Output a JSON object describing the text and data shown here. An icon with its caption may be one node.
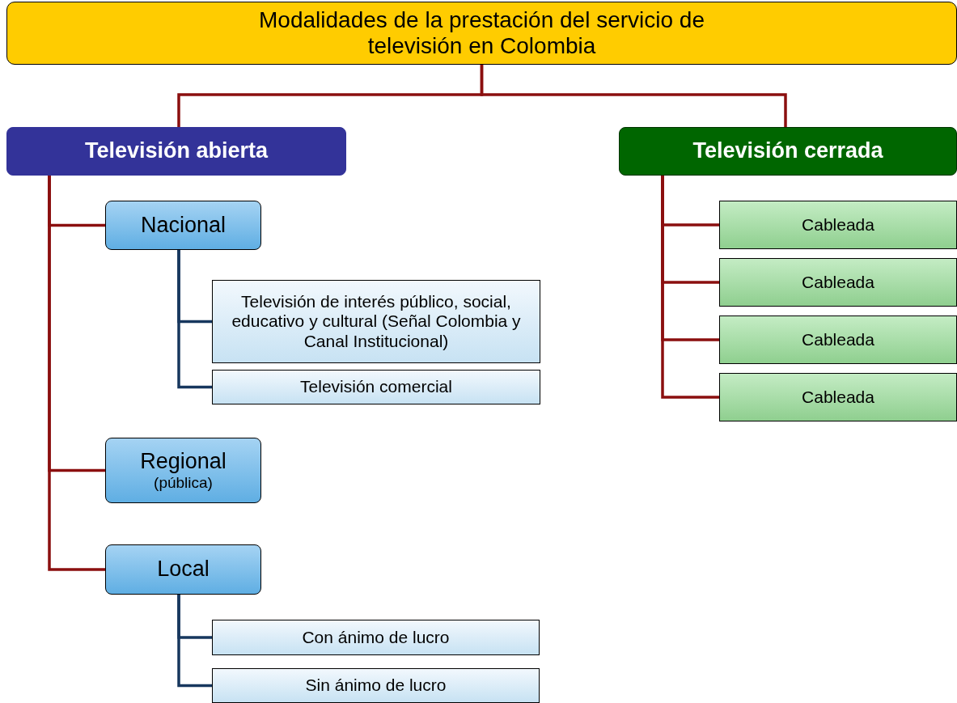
{
  "diagram": {
    "nodes": [
      {
        "text": [
          "Modalidades de la prestación del servicio de televisión en Colombia"
        ]
      },
      {
        "text": [
          "Televisión abierta"
        ]
      },
      {
        "text": [
          "Nacional"
        ]
      },
      {
        "text": [
          "Televisión de interés público, social, educativo y cultural (Señal Colombia y Canal Institucional)"
        ]
      },
      {
        "text": [
          "Televisión comercial"
        ]
      },
      {
        "text": [
          "Regional",
          "(pública)"
        ]
      },
      {
        "text": [
          "Local"
        ]
      },
      {
        "text": [
          "Con ánimo de lucro"
        ]
      },
      {
        "text": [
          "Sin ánimo de lucro"
        ]
      },
      {
        "text": [
          "Televisión cerrada"
        ]
      },
      {
        "text": [
          "Cableada"
        ]
      },
      {
        "text": [
          "Cableada"
        ]
      },
      {
        "text": [
          "Cableada"
        ]
      },
      {
        "text": [
          "Cableada"
        ]
      }
    ],
    "edges": [
      {
        "from": 0,
        "to": 1,
        "arrow": "none"
      },
      {
        "from": 0,
        "to": 9,
        "arrow": "none"
      },
      {
        "from": 1,
        "to": 2,
        "arrow": "none"
      },
      {
        "from": 1,
        "to": 5,
        "arrow": "none"
      },
      {
        "from": 1,
        "to": 6,
        "arrow": "none"
      },
      {
        "from": 2,
        "to": 3,
        "arrow": "none",
        "color": "#17375e"
      },
      {
        "from": 2,
        "to": 4,
        "arrow": "none",
        "color": "#17375e"
      },
      {
        "from": 6,
        "to": 7,
        "arrow": "none",
        "color": "#17375e"
      },
      {
        "from": 6,
        "to": 8,
        "arrow": "none",
        "color": "#17375e"
      },
      {
        "from": 9,
        "to": 10,
        "arrow": "none"
      },
      {
        "from": 9,
        "to": 11,
        "arrow": "none"
      },
      {
        "from": 9,
        "to": 12,
        "arrow": "none"
      },
      {
        "from": 9,
        "to": 13,
        "arrow": "none"
      }
    ]
  }
}
